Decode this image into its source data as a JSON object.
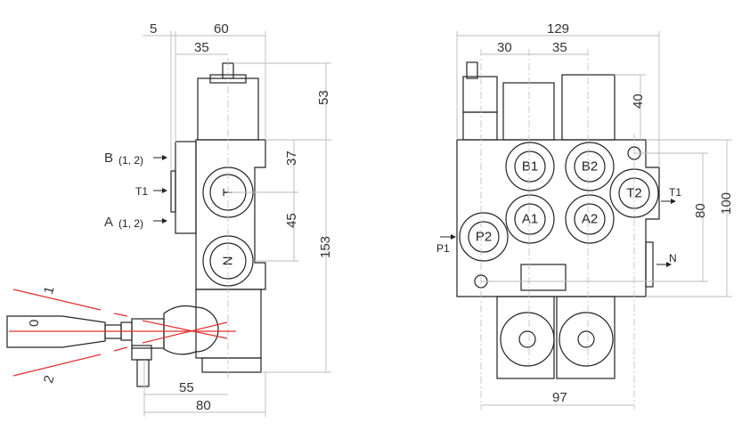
{
  "side_view": {
    "dimensions": {
      "d5": "5",
      "d60": "60",
      "d35": "35",
      "d53": "53",
      "d37": "37",
      "d45": "45",
      "d153": "153",
      "d55": "55",
      "d80": "80"
    },
    "port_labels": {
      "b": "B",
      "b_sub": "(1, 2)",
      "t1": "T1",
      "a": "A",
      "a_sub": "(1, 2)"
    },
    "port_marks": {
      "t": "T",
      "n": "N"
    },
    "lever_positions": {
      "p0": "0",
      "p1": "1",
      "p2": "2"
    }
  },
  "front_view": {
    "dimensions": {
      "d129": "129",
      "d30": "30",
      "d35": "35",
      "d40": "40",
      "d80": "80",
      "d100": "100",
      "d97": "97"
    },
    "ports": {
      "b1": "B1",
      "b2": "B2",
      "a1": "A1",
      "a2": "A2",
      "t2": "T2",
      "p2": "P2"
    },
    "flow_labels": {
      "p1": "P1",
      "t1": "T1",
      "n": "N"
    }
  },
  "colors": {
    "outline": "#222222",
    "dimension": "#bbbbbb",
    "lever_range": "#e03030"
  }
}
